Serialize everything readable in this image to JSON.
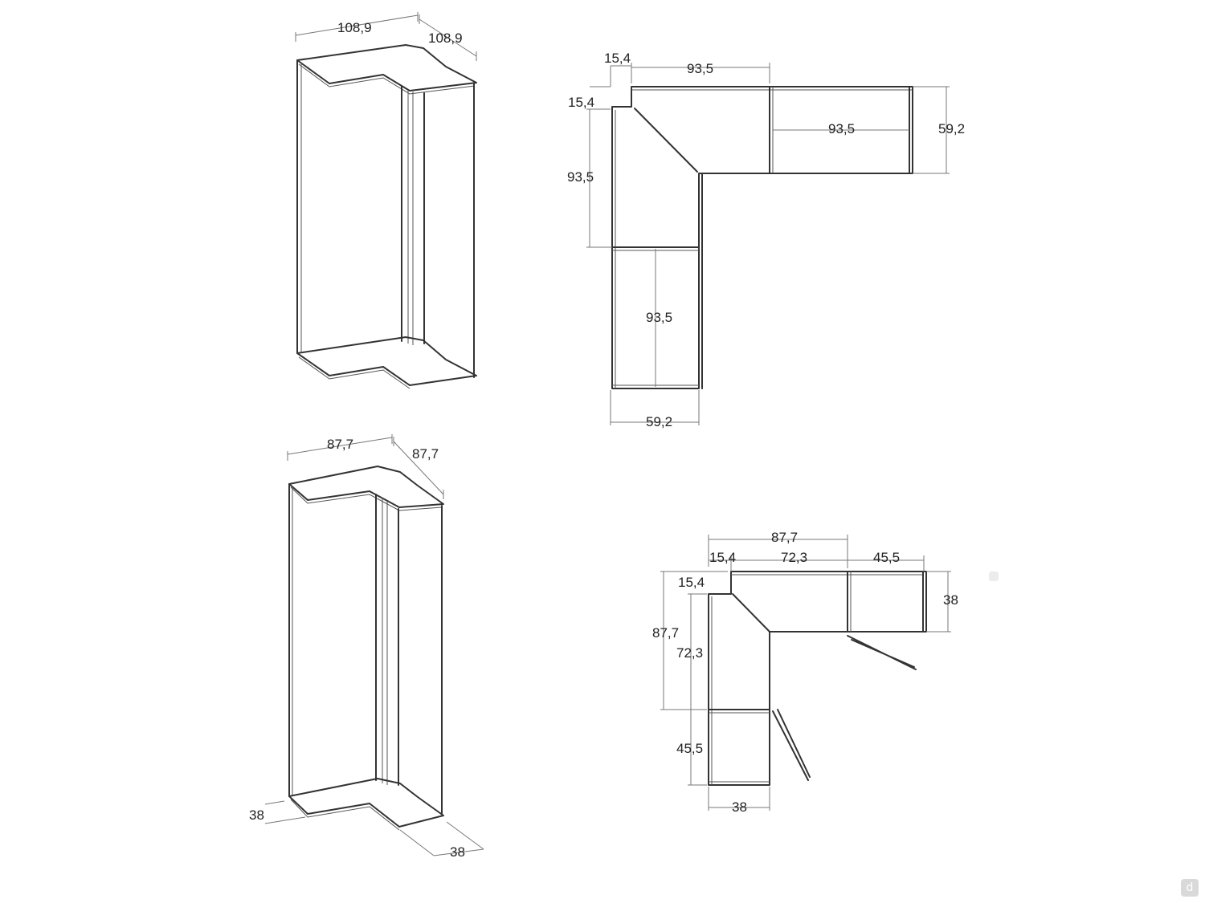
{
  "tall_corner": {
    "width_left": "108,9",
    "width_right": "108,9"
  },
  "tall_plan": {
    "offset_top": "15,4",
    "offset_left": "15,4",
    "top_length": "93,5",
    "side_length": "93,5",
    "right_module": "93,5",
    "bottom_module": "93,5",
    "depth_right": "59,2",
    "depth_bottom": "59,2"
  },
  "small_corner": {
    "width_left": "87,7",
    "width_right": "87,7",
    "depth_left": "38",
    "depth_right": "38"
  },
  "small_plan": {
    "overall_top": "87,7",
    "offset_top": "15,4",
    "top_length": "72,3",
    "right_module": "45,5",
    "offset_left": "15,4",
    "overall_left": "87,7",
    "side_length": "72,3",
    "bottom_module": "45,5",
    "depth_right": "38",
    "depth_bottom": "38"
  },
  "logo": {
    "glyph": "d"
  }
}
